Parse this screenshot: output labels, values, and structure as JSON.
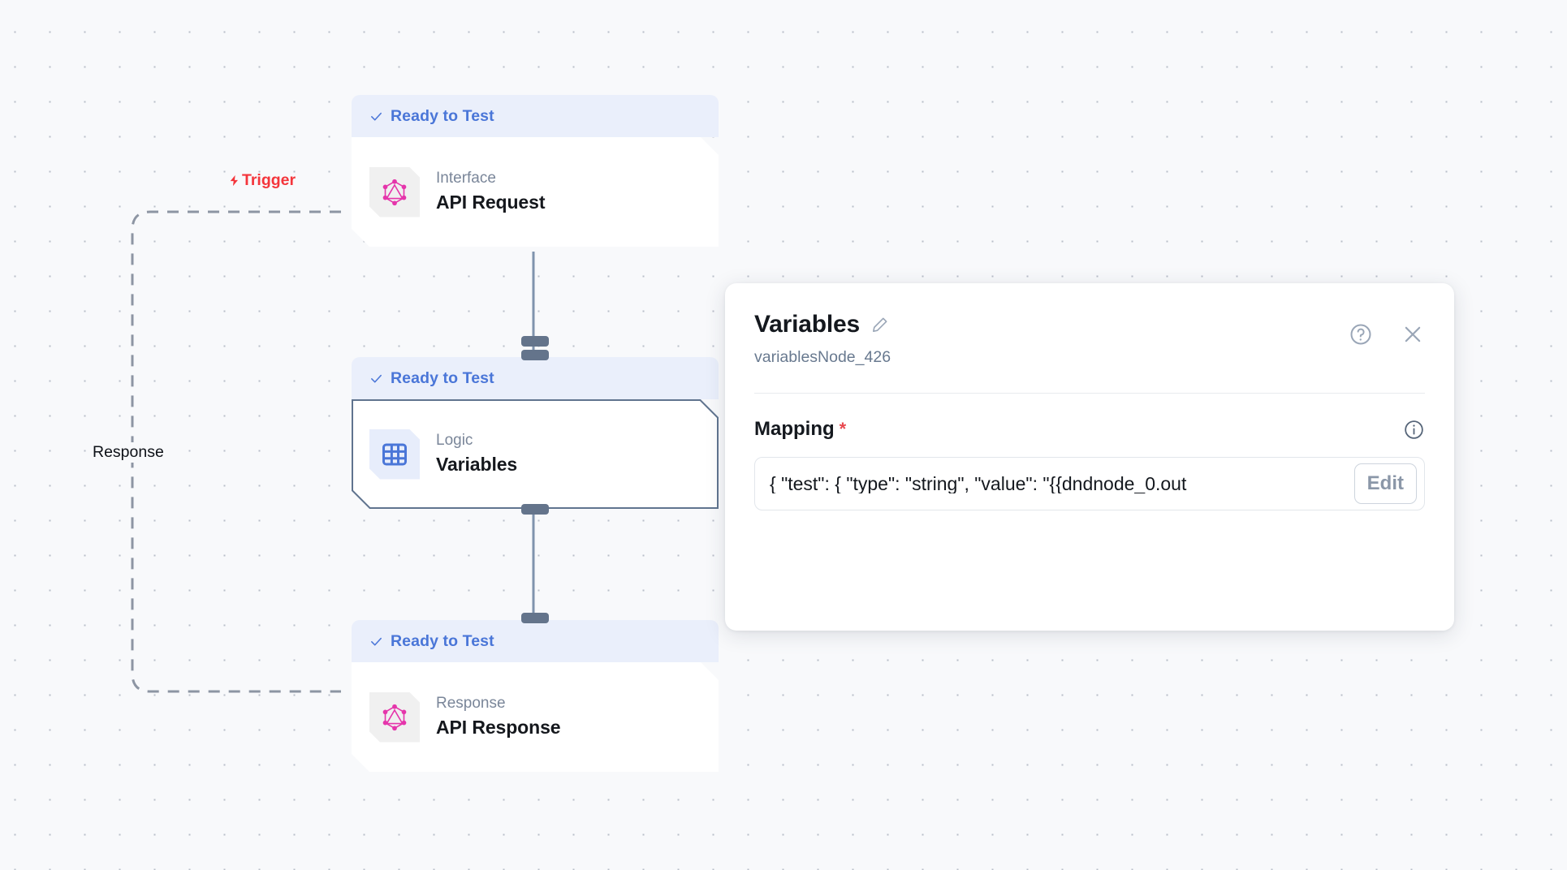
{
  "canvas": {
    "background_color": "#f8f9fb",
    "dot_color": "#b9bec9"
  },
  "nodes": [
    {
      "status": "Ready to Test",
      "kind": "Interface",
      "title": "API Request",
      "icon": "graphql-icon",
      "selected": false
    },
    {
      "status": "Ready to Test",
      "kind": "Logic",
      "title": "Variables",
      "icon": "table-grid-icon",
      "selected": true
    },
    {
      "status": "Ready to Test",
      "kind": "Response",
      "title": "API Response",
      "icon": "graphql-icon",
      "selected": false
    }
  ],
  "edges": {
    "trigger_label": "Trigger",
    "response_label": "Response",
    "trigger_color": "#f4353b"
  },
  "panel": {
    "title": "Variables",
    "node_id": "variablesNode_426",
    "help_icon": "question-circle-icon",
    "close_icon": "close-icon",
    "edit_title_icon": "pencil-icon",
    "field": {
      "label": "Mapping",
      "required_marker": "*",
      "info_icon": "info-circle-icon",
      "value": "{  \"test\": {    \"type\": \"string\",    \"value\": \"{{dndnode_0.out",
      "edit_label": "Edit"
    }
  }
}
